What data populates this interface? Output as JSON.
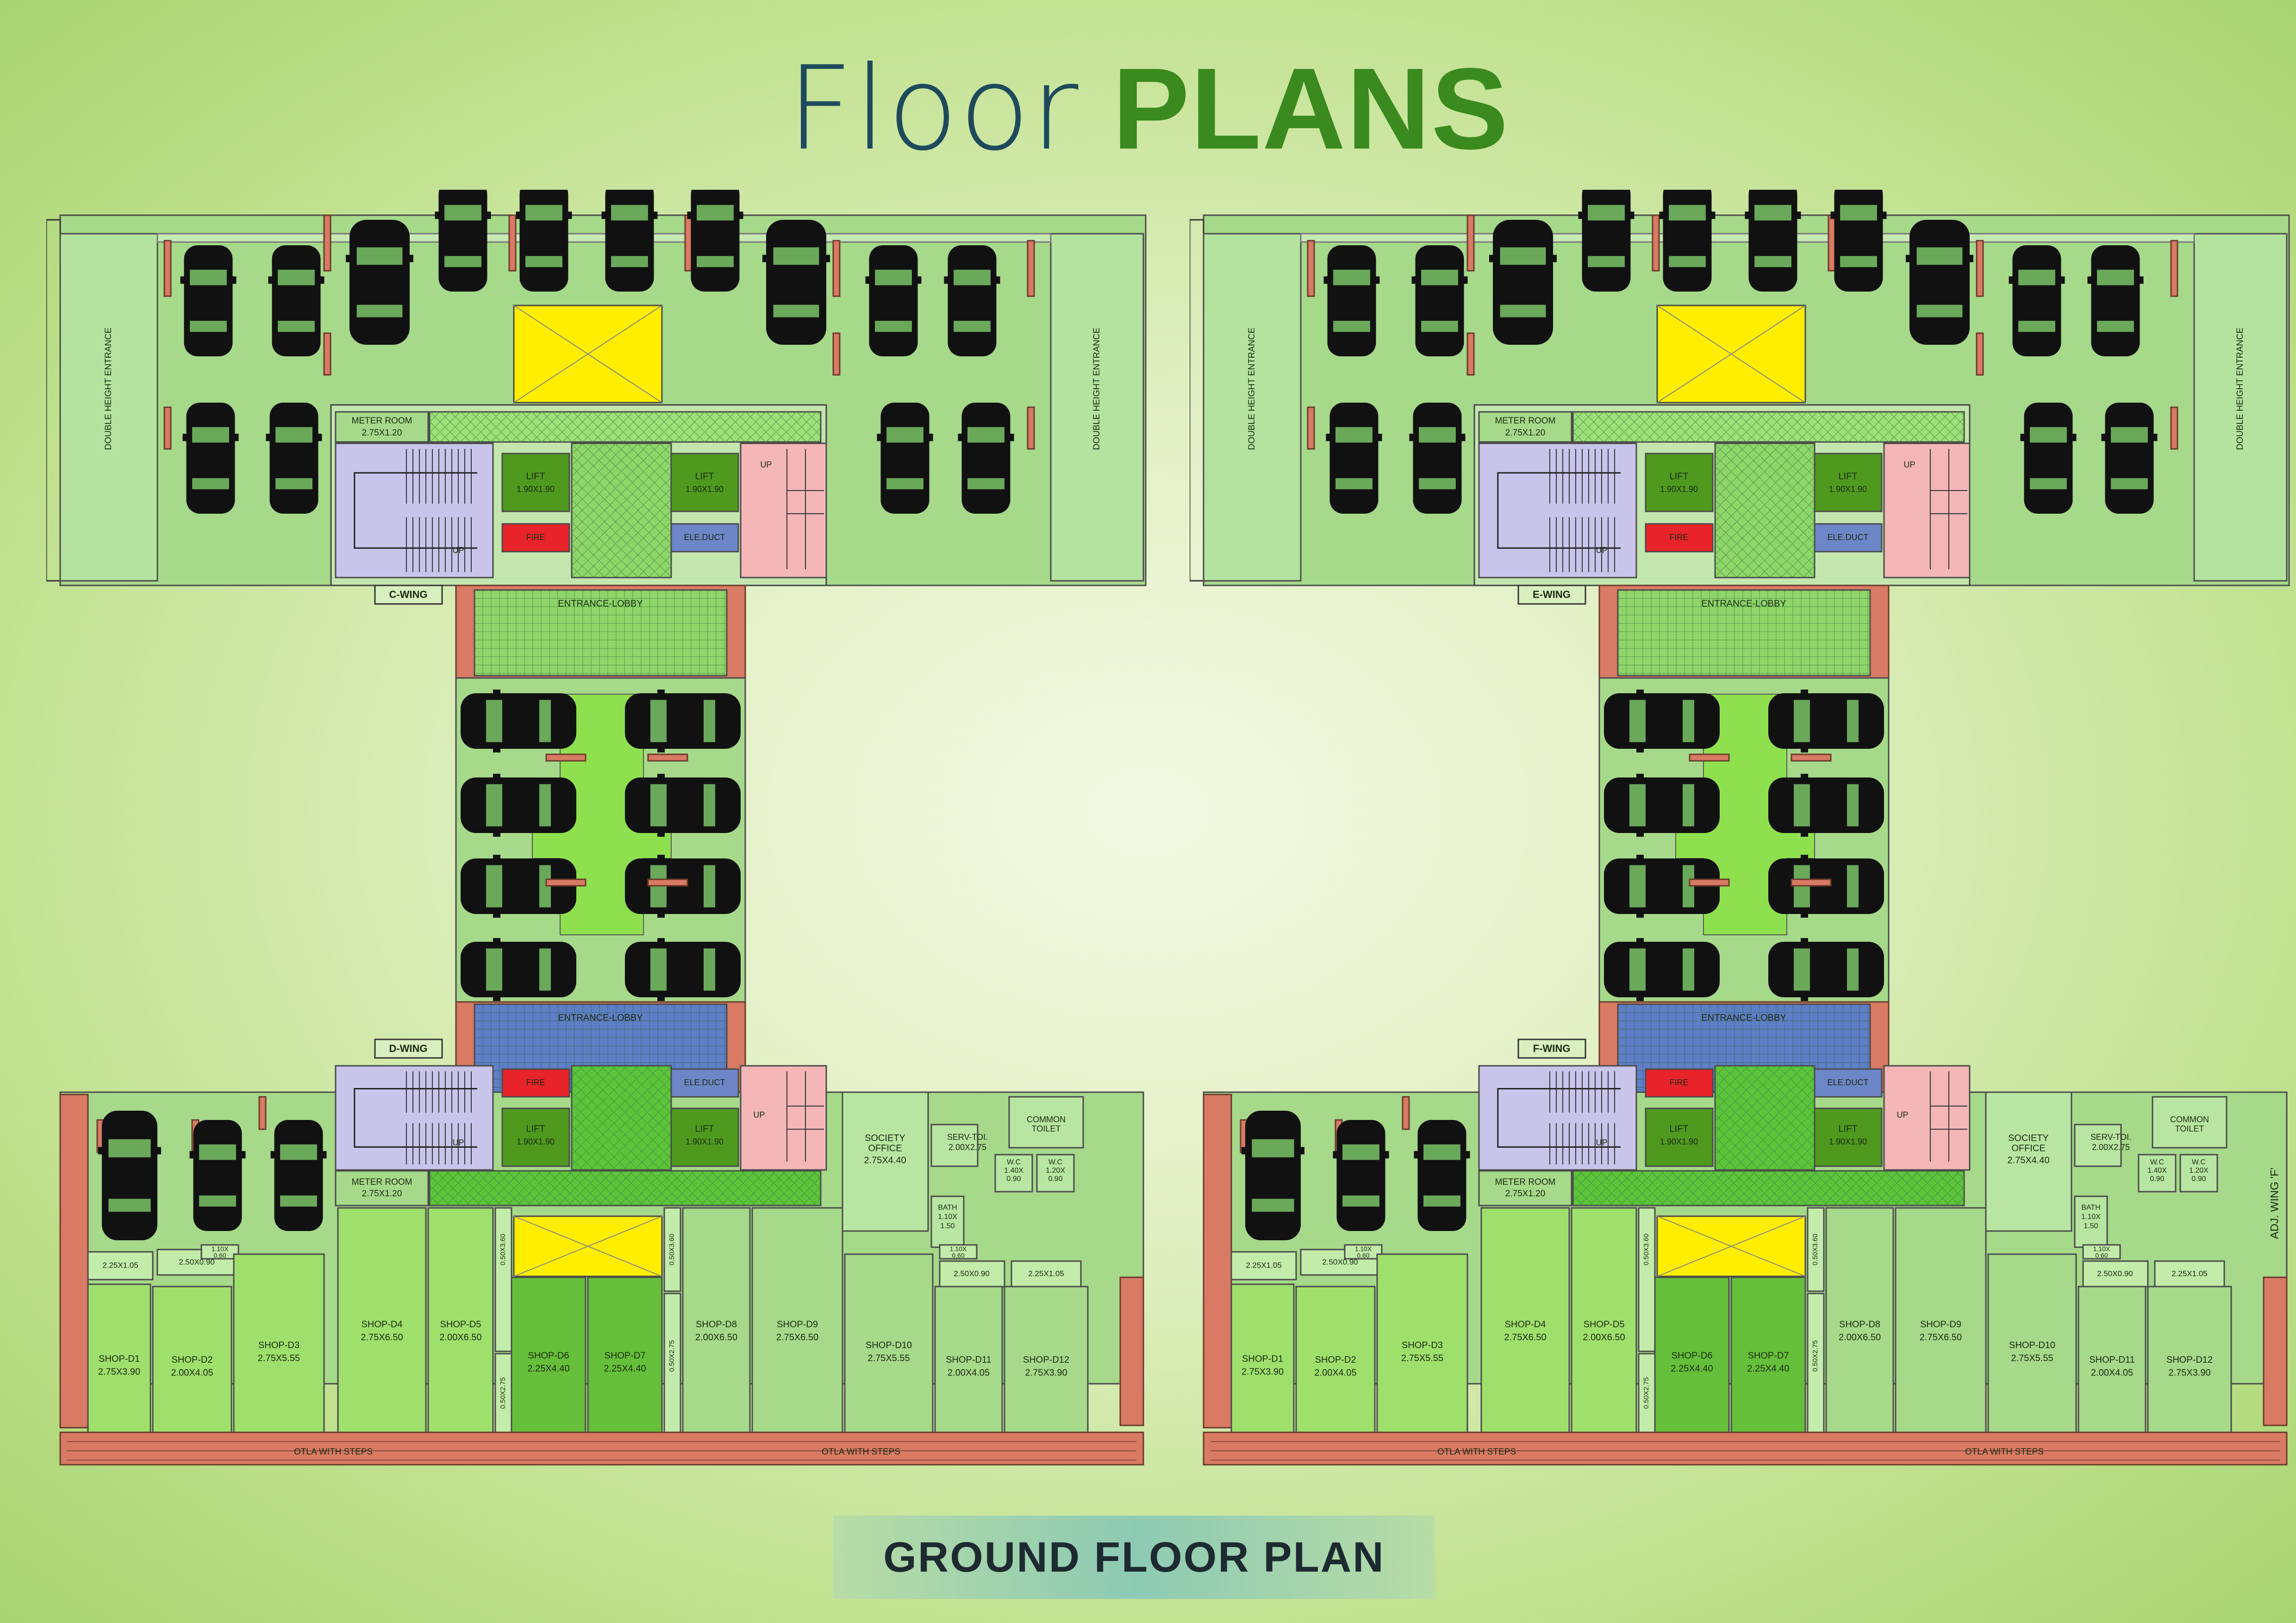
{
  "title": {
    "light": "Floor",
    "bold": "PLANS"
  },
  "footer_label": "GROUND FLOOR PLAN",
  "plans": [
    {
      "upper_wing": "C-WING",
      "lower_wing": "D-WING",
      "side_note": "",
      "shop_prefix": "SHOP-D"
    },
    {
      "upper_wing": "E-WING",
      "lower_wing": "F-WING",
      "side_note": "ADJ. WING 'F'",
      "shop_prefix": "SHOP-D"
    }
  ],
  "labels": {
    "double_height": "DOUBLE HEIGHT ENTRANCE",
    "meter_room": "METER ROOM",
    "meter_room_size": "2.75X1.20",
    "lift": "LIFT",
    "lift_size": "1.90X1.90",
    "fire": "FIRE",
    "ele_duct": "ELE.DUCT",
    "up": "UP",
    "entrance_lobby": "ENTRANCE-LOBBY",
    "society_office": "SOCIETY",
    "society_office2": "OFFICE",
    "society_size": "2.75X4.40",
    "serv_toi": "SERV-TOI.",
    "serv_toi_size": "2.00X2.75",
    "common_toilet": "COMMON",
    "common_toilet2": "TOILET",
    "wc": "W.C",
    "wc_size_a": "1.40X",
    "wc_size_a2": "0.90",
    "wc_size_b": "1.20X",
    "wc_size_b2": "0.90",
    "bath": "BATH",
    "bath_size": "1.10X",
    "bath_size2": "1.50",
    "otla": "OTLA  WITH STEPS",
    "small_1": "2.25X1.05",
    "small_2": "2.50X0.90",
    "small_3": "1.10X",
    "small_3b": "0.60",
    "small_4": "0.50X3.60",
    "small_5": "0.50X2.75",
    "small_6": "2.50X0.90",
    "small_7": "2.25X1.05"
  },
  "shops": [
    {
      "name": "SHOP-D1",
      "size": "2.75X3.90"
    },
    {
      "name": "SHOP-D2",
      "size": "2.00X4.05"
    },
    {
      "name": "SHOP-D3",
      "size": "2.75X5.55"
    },
    {
      "name": "SHOP-D4",
      "size": "2.75X6.50"
    },
    {
      "name": "SHOP-D5",
      "size": "2.00X6.50"
    },
    {
      "name": "SHOP-D6",
      "size": "2.25X4.40"
    },
    {
      "name": "SHOP-D7",
      "size": "2.25X4.40"
    },
    {
      "name": "SHOP-D8",
      "size": "2.00X6.50"
    },
    {
      "name": "SHOP-D9",
      "size": "2.75X6.50"
    },
    {
      "name": "SHOP-D10",
      "size": "2.75X5.55"
    },
    {
      "name": "SHOP-D11",
      "size": "2.00X4.05"
    },
    {
      "name": "SHOP-D12",
      "size": "2.75X3.90"
    }
  ],
  "colors": {
    "floor": "#a6d98a",
    "wall": "#d87a64",
    "yellow": "#ffee00",
    "lift": "#4f9a1e",
    "fire": "#e8232a",
    "duct": "#6d86c8",
    "stair": "#c9c4ea",
    "stair_pink": "#f4b6b6",
    "lobby_green": "#8fd66a",
    "lobby_blue": "#5e7fc6",
    "car": "#111111"
  }
}
